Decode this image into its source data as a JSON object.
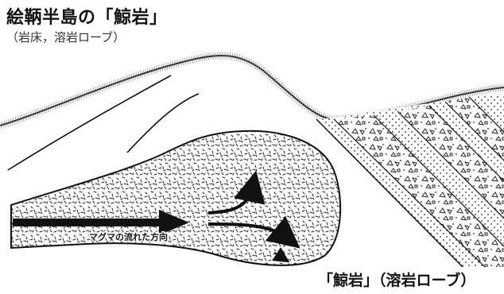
{
  "title": "絵鞆半島の「鯨岩」",
  "subtitle": "（岩床，溶岩ローブ）",
  "flow_label": "マグマの流れた方向",
  "callout_label": "「鯨岩」（溶岩ローブ）",
  "colors": {
    "outline": "#111111",
    "background": "#ffffff",
    "grass": "#8a8a8a"
  }
}
